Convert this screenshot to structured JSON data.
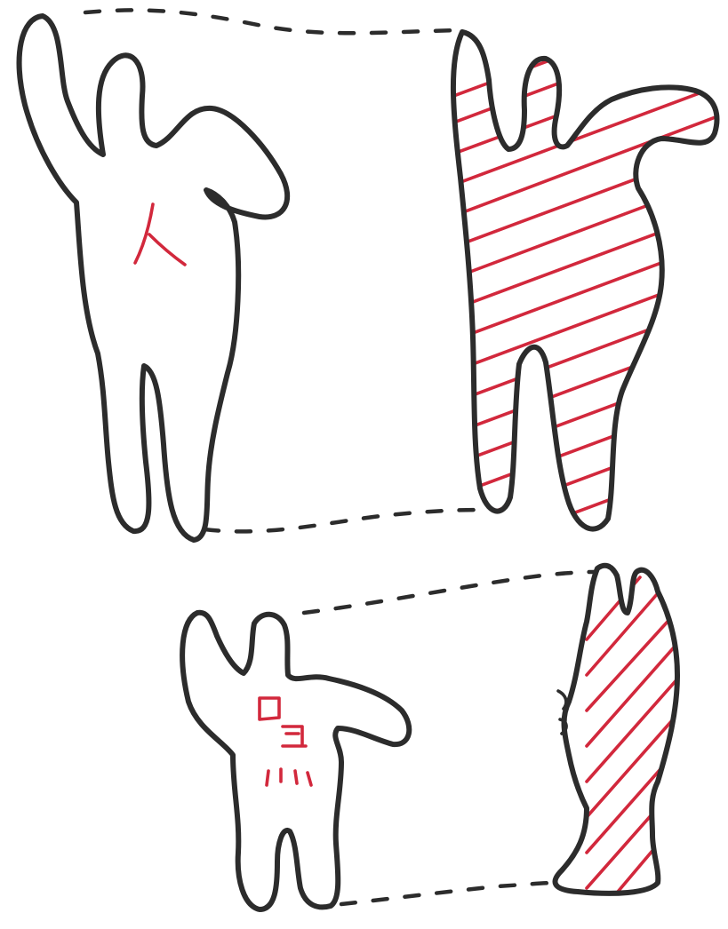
{
  "title": "",
  "colors": {
    "background": "#ffffff",
    "outline": "#2c2c2c",
    "hatch": "#d2283c"
  },
  "figures": [
    {
      "name": "large-figure-front",
      "label": "人",
      "hatched": false
    },
    {
      "name": "large-figure-side",
      "hatched": true
    },
    {
      "name": "small-figure-front",
      "label": "",
      "hatched": false
    },
    {
      "name": "small-figure-side",
      "hatched": true
    }
  ]
}
